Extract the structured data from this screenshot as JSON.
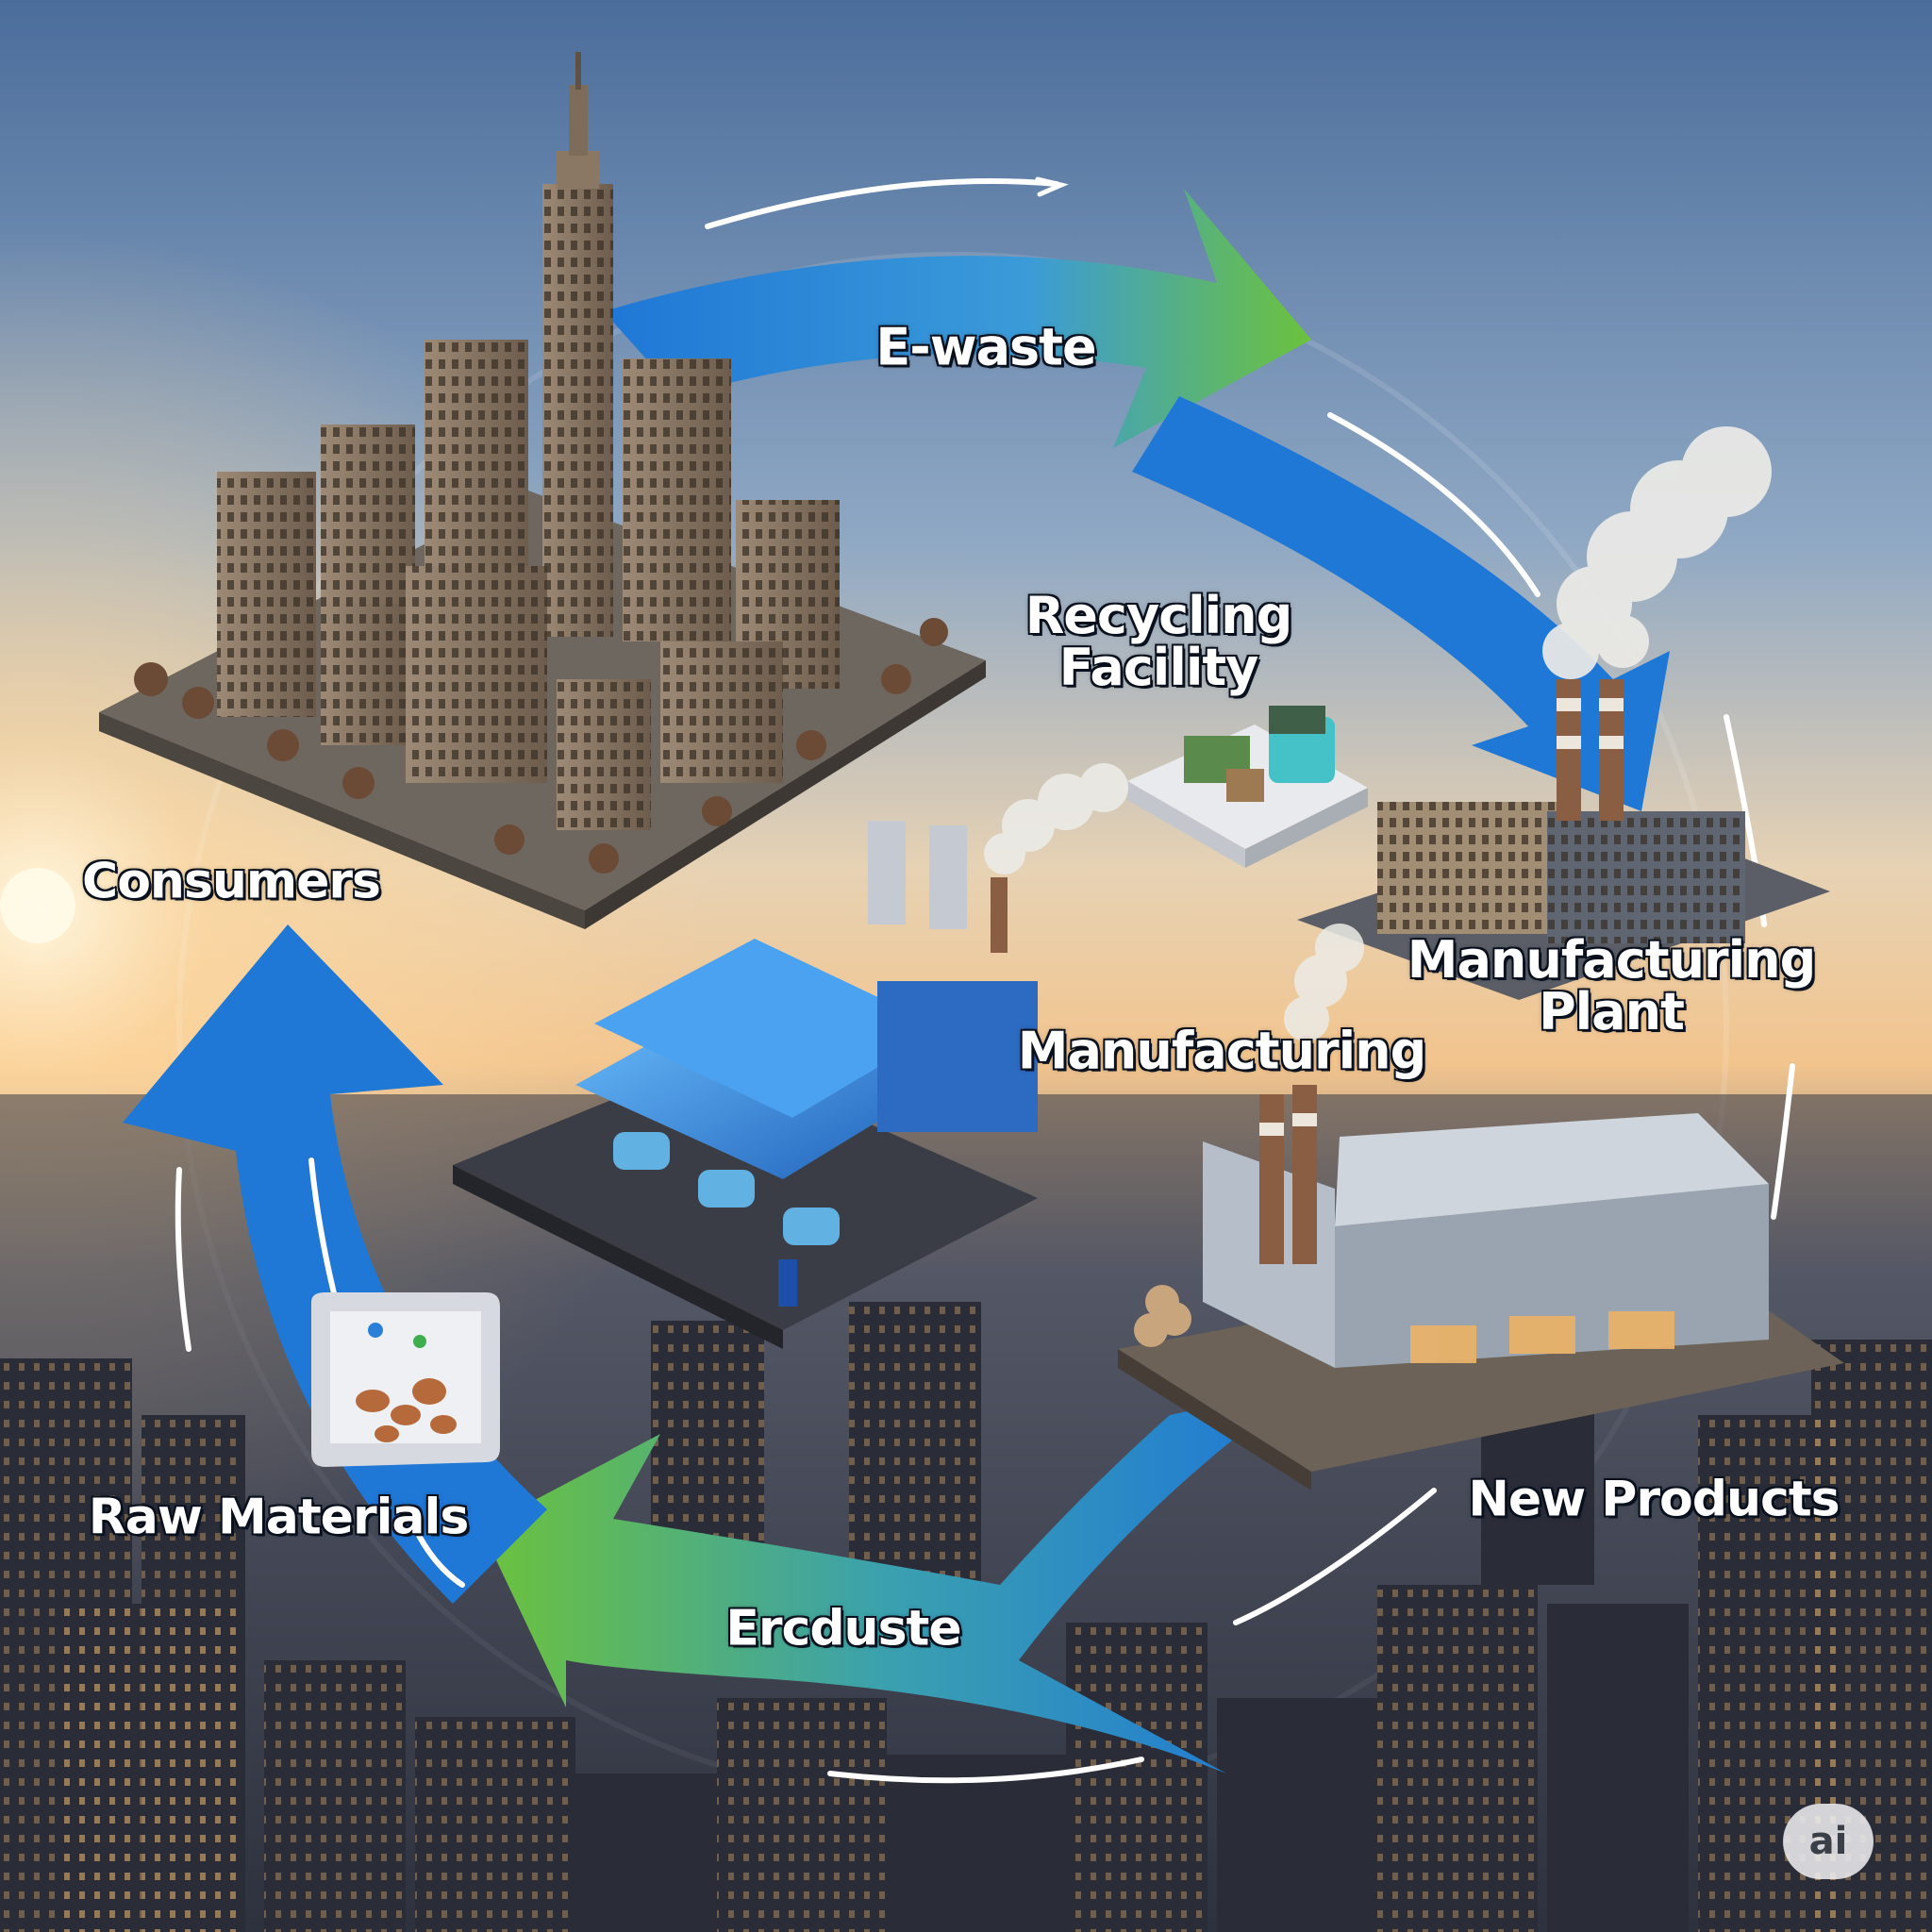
{
  "diagram": {
    "labels": {
      "ewaste": "E-waste",
      "recycling_line1": "Recycling",
      "recycling_line2": "Facility",
      "consumers": "Consumers",
      "mfg_plant_line1": "Manufacturing",
      "mfg_plant_line2": "Plant",
      "manufacturing": "Manufacturing",
      "new_products": "New Products",
      "raw_materials": "Raw Materials",
      "ercduste": "Ercduste"
    },
    "watermark": "ai"
  },
  "colors": {
    "arrow_blue": "#1f77d6",
    "arrow_green": "#66c13f",
    "sky_top": "#4c6e9c",
    "sky_horizon": "#f5c68f",
    "city_dark": "#2b2f3a"
  }
}
